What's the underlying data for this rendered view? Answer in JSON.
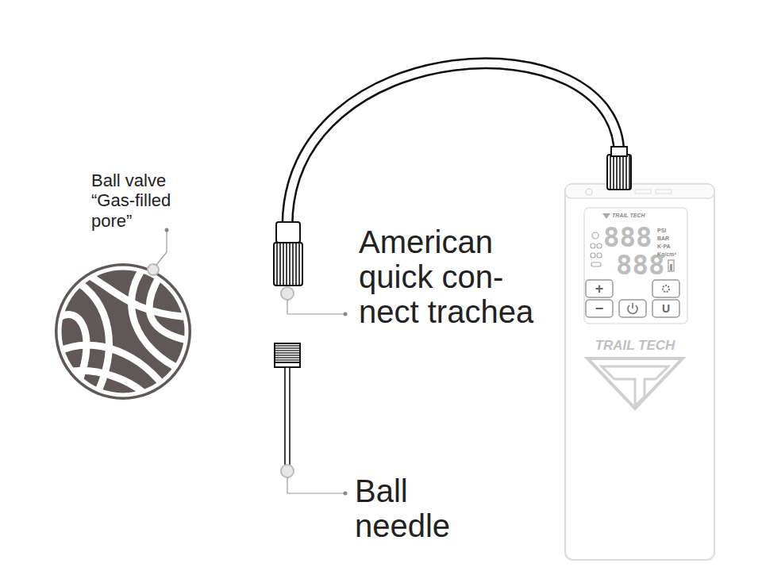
{
  "diagram": {
    "labels": [
      "Ball valve “Gas-filled pore”",
      "American quick con- nect trachea",
      "Ball needle",
      "TRAIL TECH",
      "888",
      "888",
      "PSI",
      "BAR",
      "K·PA",
      "Kg/cm²",
      "+",
      "−",
      "U",
      "TRAIL TECH"
    ]
  }
}
